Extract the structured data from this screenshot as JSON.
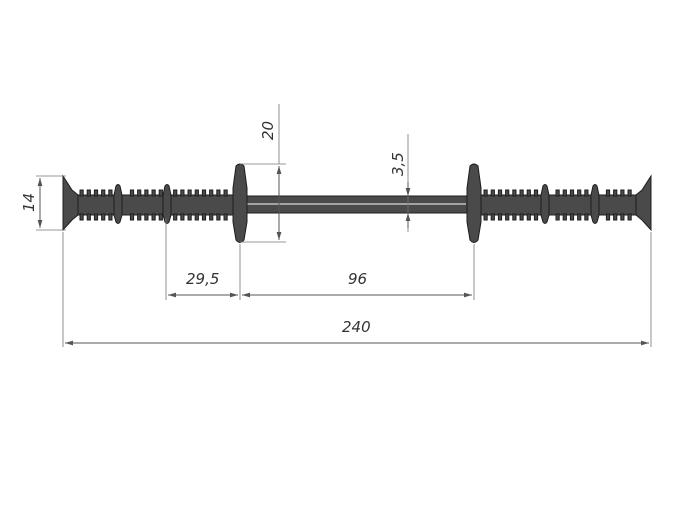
{
  "dimensions": {
    "overall_width": "240",
    "bulb_spacing": "96",
    "offset": "29,5",
    "bulb_height": "20",
    "web_thickness": "3,5",
    "end_height": "14"
  },
  "colors": {
    "profile_fill": "#4a4a4a",
    "profile_stroke": "#1e1e1e",
    "dimension_lines": "#555555"
  }
}
